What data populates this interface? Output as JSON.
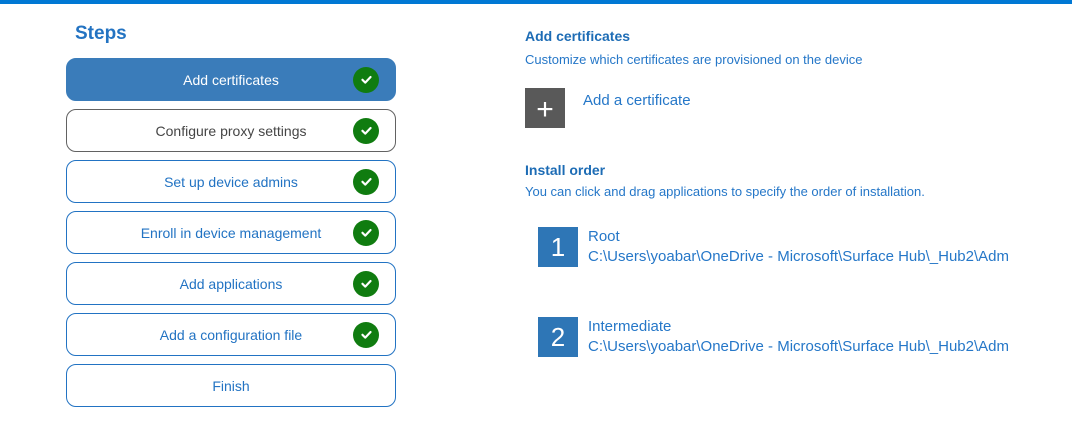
{
  "colors": {
    "accent_bar": "#0078d4",
    "active_step_background": "#3a7cba",
    "step_blue": "#2273c3",
    "success_green": "#107c10",
    "add_tile_gray": "#595959",
    "order_tile_blue": "#2e76b6"
  },
  "sidebar": {
    "title": "Steps",
    "steps": [
      {
        "label": "Add certificates",
        "state": "active",
        "checked": true
      },
      {
        "label": "Configure proxy settings",
        "state": "gray",
        "checked": true
      },
      {
        "label": "Set up device admins",
        "state": "normal",
        "checked": true
      },
      {
        "label": "Enroll in device management",
        "state": "normal",
        "checked": true
      },
      {
        "label": "Add applications",
        "state": "normal",
        "checked": true
      },
      {
        "label": "Add a configuration file",
        "state": "normal",
        "checked": true
      },
      {
        "label": "Finish",
        "state": "normal",
        "checked": false
      }
    ]
  },
  "main": {
    "section_title": "Add certificates",
    "section_description": "Customize which certificates are provisioned on the device",
    "add_button_label": "Add a certificate",
    "plus_icon": "+",
    "install_order": {
      "title": "Install order",
      "description": "You can click and drag applications to specify the order of installation.",
      "items": [
        {
          "order": "1",
          "name": "Root",
          "path": "C:\\Users\\yoabar\\OneDrive - Microsoft\\Surface Hub\\_Hub2\\Adm"
        },
        {
          "order": "2",
          "name": "Intermediate",
          "path": "C:\\Users\\yoabar\\OneDrive - Microsoft\\Surface Hub\\_Hub2\\Adm"
        }
      ]
    }
  }
}
